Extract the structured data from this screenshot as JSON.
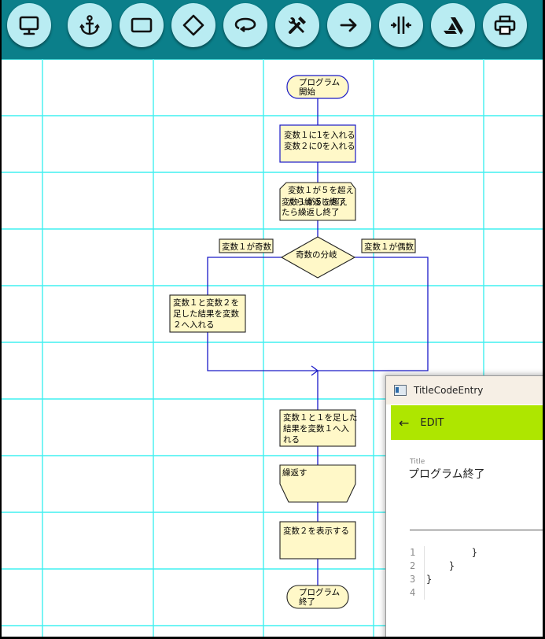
{
  "toolbar": {
    "buttons": [
      {
        "name": "monitor-icon"
      },
      {
        "name": "anchor-icon"
      },
      {
        "name": "rectangle-icon"
      },
      {
        "name": "diamond-icon"
      },
      {
        "name": "loop-icon"
      },
      {
        "name": "tools-icon"
      },
      {
        "name": "arrow-right-icon"
      },
      {
        "name": "split-icon"
      },
      {
        "name": "artstation-icon"
      },
      {
        "name": "printer-icon"
      }
    ]
  },
  "flowchart": {
    "start": [
      "プログラム",
      "開始"
    ],
    "init": [
      "変数１に1を入れる",
      "変数２に0を入れる"
    ],
    "loop_start": [
      "変数１が５を超え",
      "たら繰返し終了"
    ],
    "decision": "奇数の分岐",
    "branch_left_label": "変数１が奇数",
    "branch_right_label": "変数１が偶数",
    "add_vars": [
      "変数１と変数２を",
      "足した結果を変数",
      "２へ入れる"
    ],
    "increment": [
      "変数１と１を足した",
      "結果を変数１へ入",
      "れる"
    ],
    "loop_end": "繰返す",
    "display": "変数２を表示する",
    "end": [
      "プログラム",
      "終了"
    ]
  },
  "editor": {
    "window_title": "TitleCodeEntry",
    "back_label": "←",
    "appbar_title": "EDIT",
    "field_label": "Title",
    "title_value": "プログラム終了",
    "code_lines": [
      {
        "num": "1",
        "text": "        }"
      },
      {
        "num": "2",
        "text": "    }"
      },
      {
        "num": "3",
        "text": "}"
      },
      {
        "num": "4",
        "text": ""
      }
    ]
  },
  "colors": {
    "toolbar_bg": "#0b7f8a",
    "button_bg": "#b9ecf2",
    "grid": "#40f0f0",
    "flow_line": "#1a1ac8",
    "node_fill": "#fff8c8",
    "appbar": "#aee600"
  }
}
